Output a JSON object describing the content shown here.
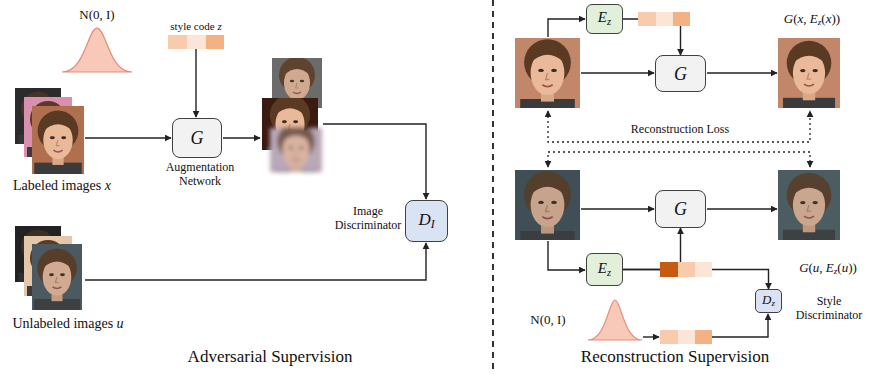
{
  "diagram": {
    "nodes": [
      {
        "text": [
          "G"
        ]
      },
      {
        "text": [
          "DI"
        ]
      },
      {
        "text": [
          "Ez"
        ]
      },
      {
        "text": [
          "G"
        ]
      },
      {
        "text": [
          "G"
        ]
      },
      {
        "text": [
          "Ez"
        ]
      },
      {
        "text": [
          "Dz"
        ]
      }
    ],
    "edges": [
      {
        "from": 2,
        "to": 3,
        "arrow": "to"
      },
      {
        "from": 5,
        "to": 4,
        "arrow": "to"
      },
      {
        "from": 5,
        "to": 6,
        "arrow": "to"
      }
    ],
    "labels": [
      "N(0, I)",
      "style code z",
      "Labeled images x",
      "Augmentation Network",
      "Image Discriminator",
      "Unlabeled images u",
      "Adversarial Supervision",
      "G(x, Ez(x))",
      "Reconstruction Loss",
      "G(u, Ez(u))",
      "Style Discriminator",
      "N(0, I)",
      "Reconstruction Supervision"
    ]
  }
}
